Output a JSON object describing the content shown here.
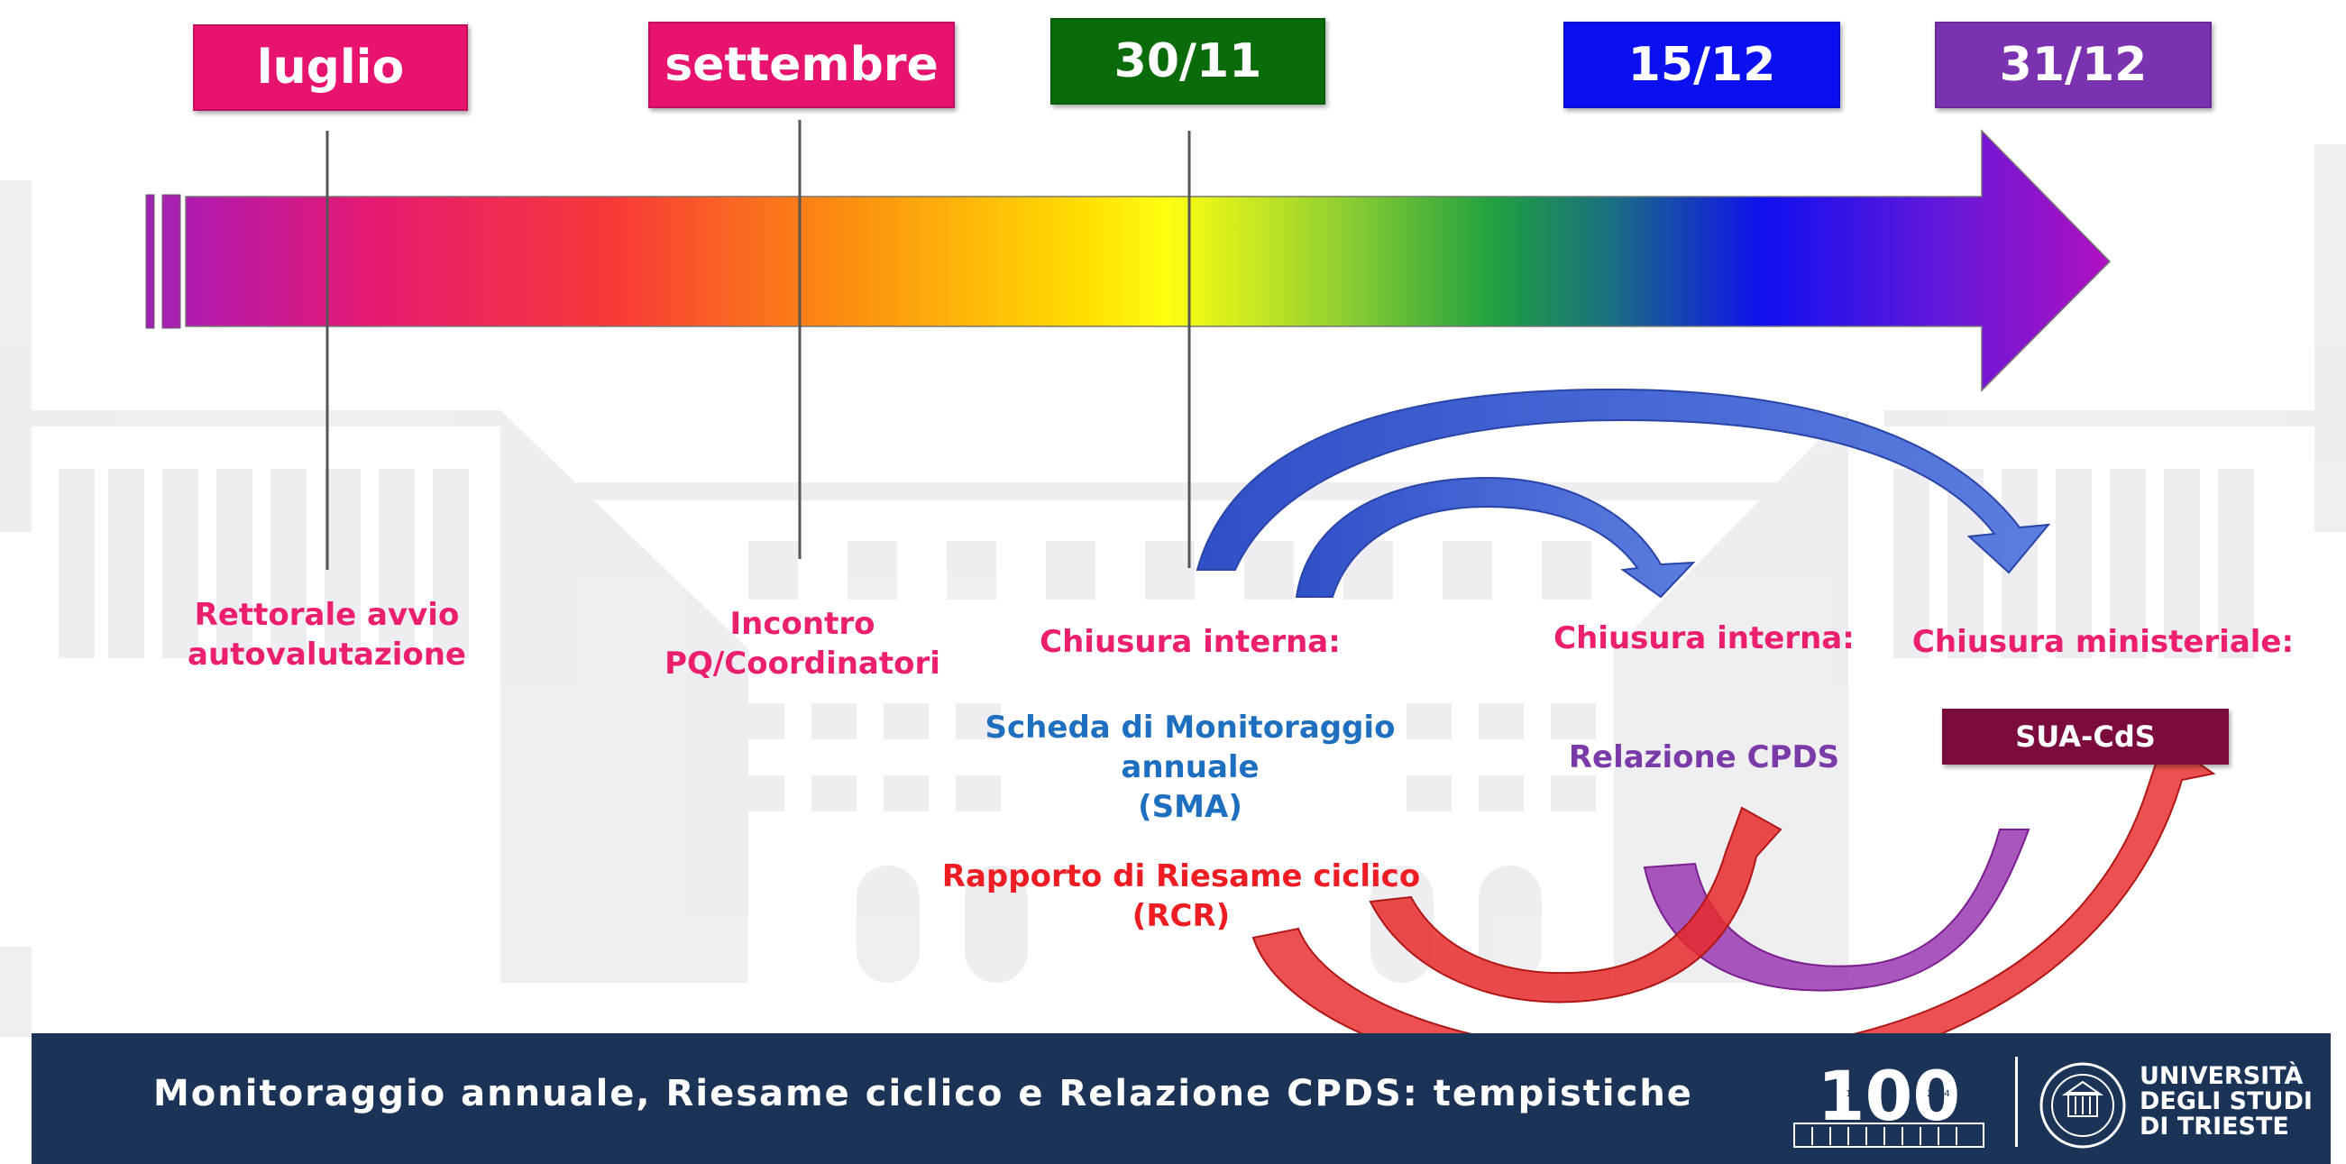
{
  "timeline": {
    "dates": [
      {
        "label": "luglio",
        "color": "#e8126f"
      },
      {
        "label": "settembre",
        "color": "#e8126f"
      },
      {
        "label": "30/11",
        "color": "#0a6b0a"
      },
      {
        "label": "15/12",
        "color": "#0a10f0"
      },
      {
        "label": "31/12",
        "color": "#7a32b0"
      }
    ]
  },
  "events": {
    "rettorale": [
      "Rettorale avvio",
      "autovalutazione"
    ],
    "incontro": [
      "Incontro",
      "PQ/Coordinatori"
    ],
    "chiusura_interna_1": "Chiusura interna:",
    "sma": [
      "Scheda di Monitoraggio",
      "annuale",
      "(SMA)"
    ],
    "rcr": [
      "Rapporto di Riesame ciclico",
      "(RCR)"
    ],
    "chiusura_interna_2": "Chiusura interna:",
    "relazione_cpds": "Relazione CPDS",
    "chiusura_ministeriale": "Chiusura ministeriale:",
    "sua_cds": "SUA-CdS"
  },
  "footer": {
    "title": "Monitoraggio annuale, Riesame ciclico e Relazione CPDS: tempistiche",
    "university": [
      "UNIVERSITÀ",
      "DEGLI STUDI",
      "DI TRIESTE"
    ],
    "centenary_logo": "100",
    "centenary_years": [
      "1924",
      "2024"
    ]
  },
  "colors": {
    "footer_bg": "#1c3358",
    "pink": "#ec1e6e",
    "blue_text": "#1f6fc1",
    "red_text": "#ee1d24",
    "purple_text": "#7a3aa8",
    "sua_box": "#7a0b3c"
  }
}
